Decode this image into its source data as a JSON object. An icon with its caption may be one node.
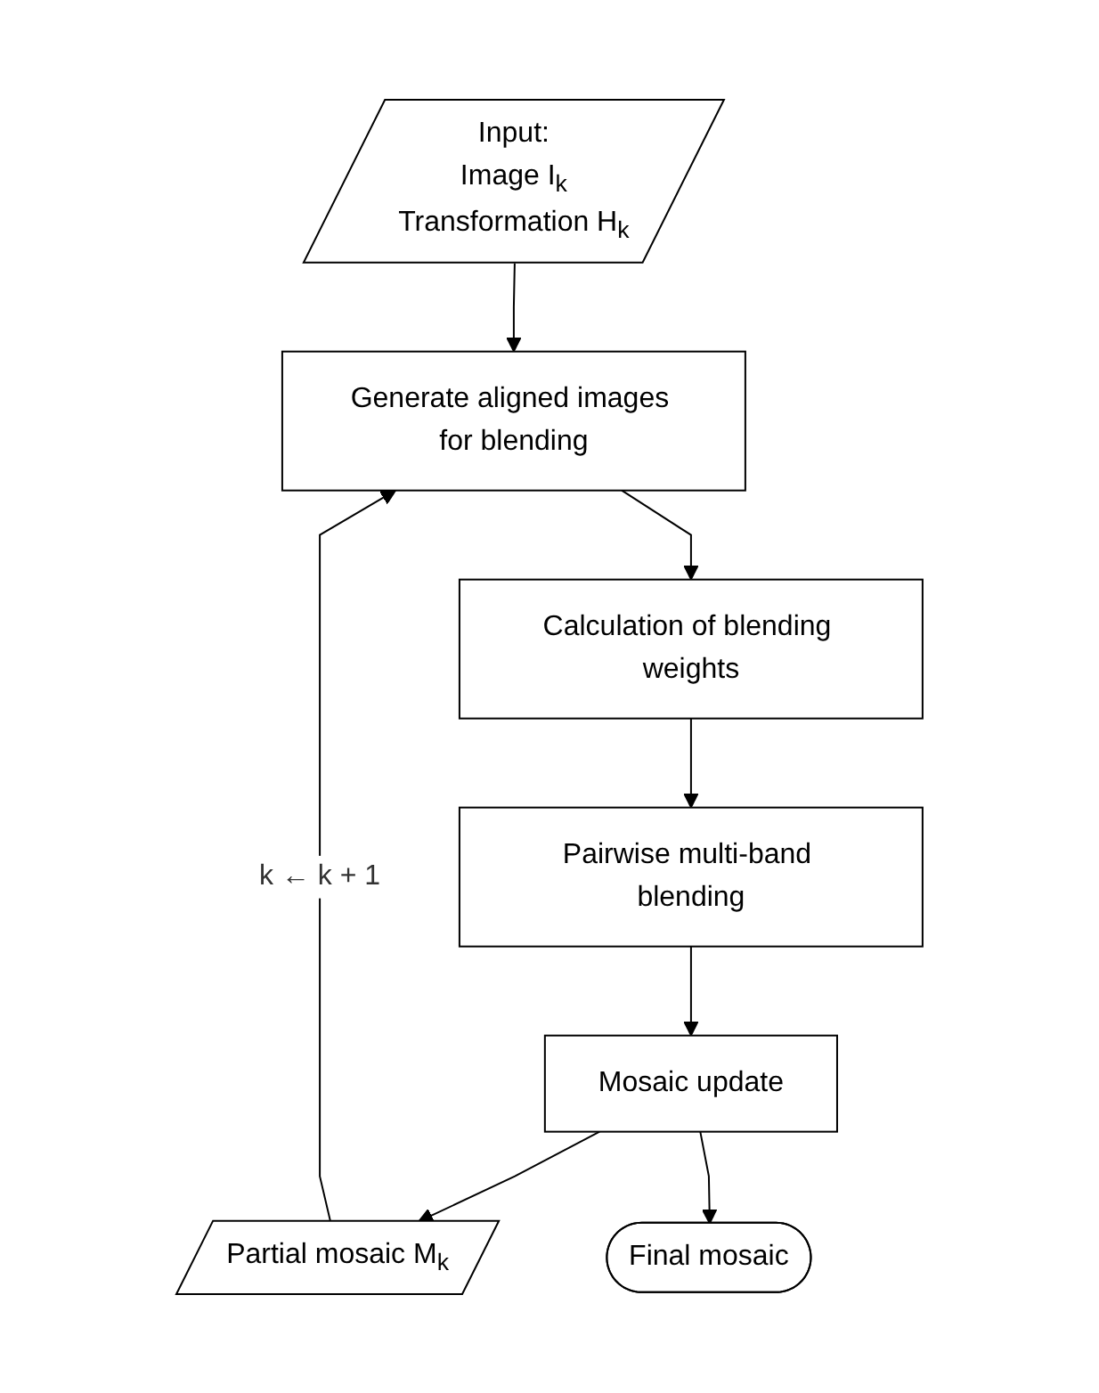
{
  "diagram": {
    "nodes": [
      {
        "text": [
          "Input:",
          "Image I$_{k}$",
          "Transformation H$_{k}$"
        ]
      },
      {
        "text": [
          "Generate aligned images for blending"
        ]
      },
      {
        "text": [
          "Calculation of blending weights"
        ]
      },
      {
        "text": [
          "Pairwise multi-band blending"
        ]
      },
      {
        "text": [
          "Mosaic update"
        ]
      },
      {
        "text": [
          "Partial mosaic M$_{k}$"
        ]
      },
      {
        "text": [
          "Final mosaic"
        ]
      }
    ],
    "edges": [
      {
        "from": 0,
        "to": 1,
        "arrow": "to"
      },
      {
        "from": 1,
        "to": 2,
        "arrow": "to"
      },
      {
        "from": 2,
        "to": 3,
        "arrow": "to"
      },
      {
        "from": 3,
        "to": 4,
        "arrow": "to"
      },
      {
        "from": 4,
        "to": 5,
        "arrow": "to"
      },
      {
        "from": 5,
        "to": 1,
        "arrow": "to",
        "label": "k ← k + 1"
      },
      {
        "from": 4,
        "to": 6,
        "arrow": "to"
      }
    ]
  }
}
